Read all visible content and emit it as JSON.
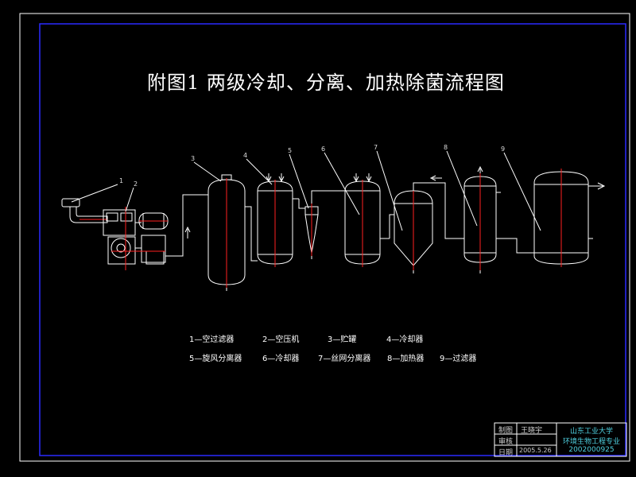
{
  "title": "附图1   两级冷却、分离、加热除菌流程图",
  "equipment_numbers": [
    "1",
    "2",
    "3",
    "4",
    "5",
    "6",
    "7",
    "8",
    "9"
  ],
  "legend": [
    "1—空过滤器",
    "2—空压机",
    "3—贮罐",
    "4—冷却器",
    "5—旋风分离器",
    "6—冷却器",
    "7—丝网分离器",
    "8—加热器",
    "9—过滤器"
  ],
  "title_block": {
    "row1_label": "制图",
    "row1_value": "王晓宇",
    "row2_label": "审核",
    "row3_label": "日期",
    "row3_value": "2005.5.26",
    "school": "山东工业大学",
    "major": "环境生物工程专业",
    "student_id": "2002000925"
  },
  "colors": {
    "line": "#ffffff",
    "centerline": "#ff2020",
    "frame": "#2a2aff",
    "title_block_text": "#4fd1e0"
  }
}
